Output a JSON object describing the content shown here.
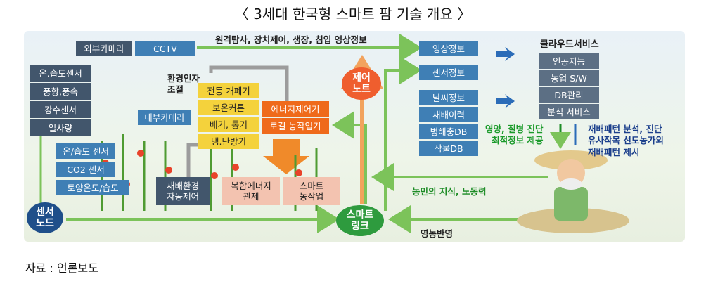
{
  "title": "〈 3세대 한국형 스마트 팜 기술 개요 〉",
  "top_arrow_label": "원격탐사, 장치제어, 생장, 침입 영상정보",
  "left_sensors": [
    "온.습도센서",
    "풍향,풍속",
    "강수센서",
    "일사량"
  ],
  "external_camera": "외부카메라",
  "cctv": "CCTV",
  "internal_camera": "내부카메라",
  "env_adjust": "환경인자\n조절",
  "control_items": [
    "전동 개폐기",
    "보온커튼",
    "배기, 통기",
    "냉.난방기"
  ],
  "energy_items": [
    "에너지제어기",
    "로컬 농작업기"
  ],
  "inner_sensors": [
    "온/습도 센서",
    "CO2 센서",
    "토양온도/습도"
  ],
  "bottom_boxes": {
    "auto": "재배환경\n자동제어",
    "energy": "복합에너지\n관제",
    "smart_work": "스마트\n농작업"
  },
  "sensor_node": "센서\n노드",
  "smart_link": "스마트\n링크",
  "control_node": "제어\n노트",
  "right_info": [
    "영상정보",
    "센서정보",
    "날씨정보",
    "재배이력",
    "병해충DB",
    "작물DB"
  ],
  "cloud_title": "클라우드서비스",
  "cloud_items": [
    "인공지능",
    "농업 S/W",
    "DB관리",
    "분석 서비스"
  ],
  "green_note": "영양, 질병 진단\n최적정보 제공",
  "blue_note": "재배패턴 분석, 진단\n유사작목 선도농가외\n재배패턴 제시",
  "farmer_knowledge": "농민의 지식, 노동력",
  "farm_reflect": "영농반영",
  "source": "자료 : 언론보도",
  "colors": {
    "slate": "#42566c",
    "blue": "#3f7fb5",
    "yellow": "#f4d23c",
    "orange": "#ef6a1b",
    "green_arrow": "#7cc35a",
    "pipe_gray": "#9c9c9c"
  }
}
